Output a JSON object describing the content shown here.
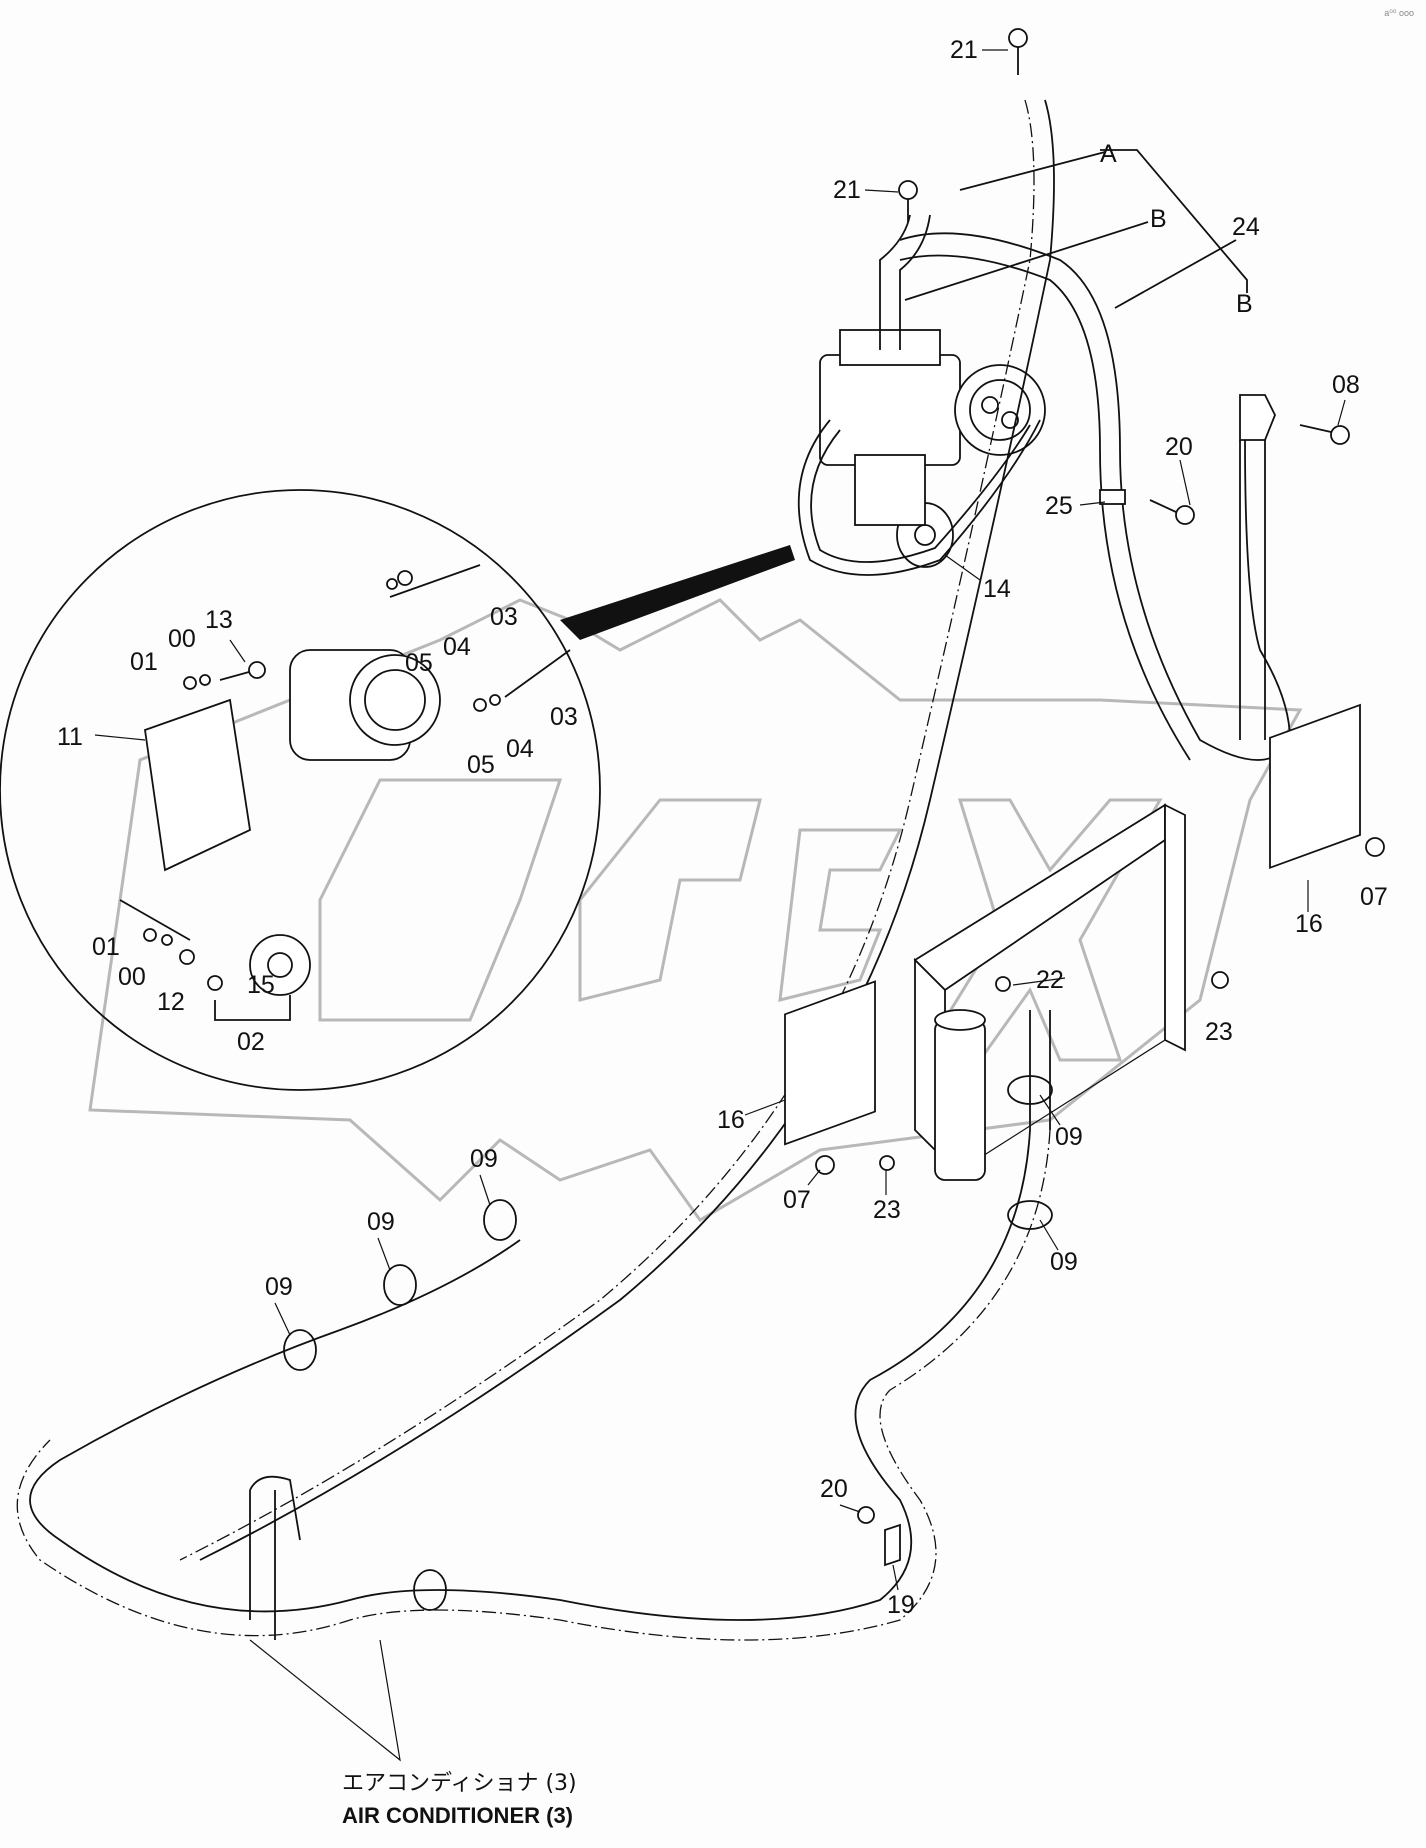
{
  "diagram": {
    "corner_mark": "a⁰⁰ ooo",
    "watermark": "OPEX",
    "caption_jp": "エアコンディショナ (3)",
    "caption_en": "AIR CONDITIONER (3)",
    "callouts": {
      "c21a": "21",
      "c21b": "21",
      "cA": "A",
      "cB1": "B",
      "c24": "24",
      "cB2": "B",
      "c08": "08",
      "c20a": "20",
      "c25": "25",
      "c14": "14",
      "c13": "13",
      "c00a": "00",
      "c01a": "01",
      "c11": "11",
      "c03a": "03",
      "c04a": "04",
      "c05a": "05",
      "c03b": "03",
      "c04b": "04",
      "c05b": "05",
      "c01b": "01",
      "c00b": "00",
      "c12": "12",
      "c15": "15",
      "c02": "02",
      "c16a": "16",
      "c07a": "07",
      "c22": "22",
      "c23a": "23",
      "c16b": "16",
      "c07b": "07",
      "c23b": "23",
      "c09a": "09",
      "c09b": "09",
      "c09c": "09",
      "c09d": "09",
      "c09e": "09",
      "c20b": "20",
      "c19": "19"
    }
  }
}
